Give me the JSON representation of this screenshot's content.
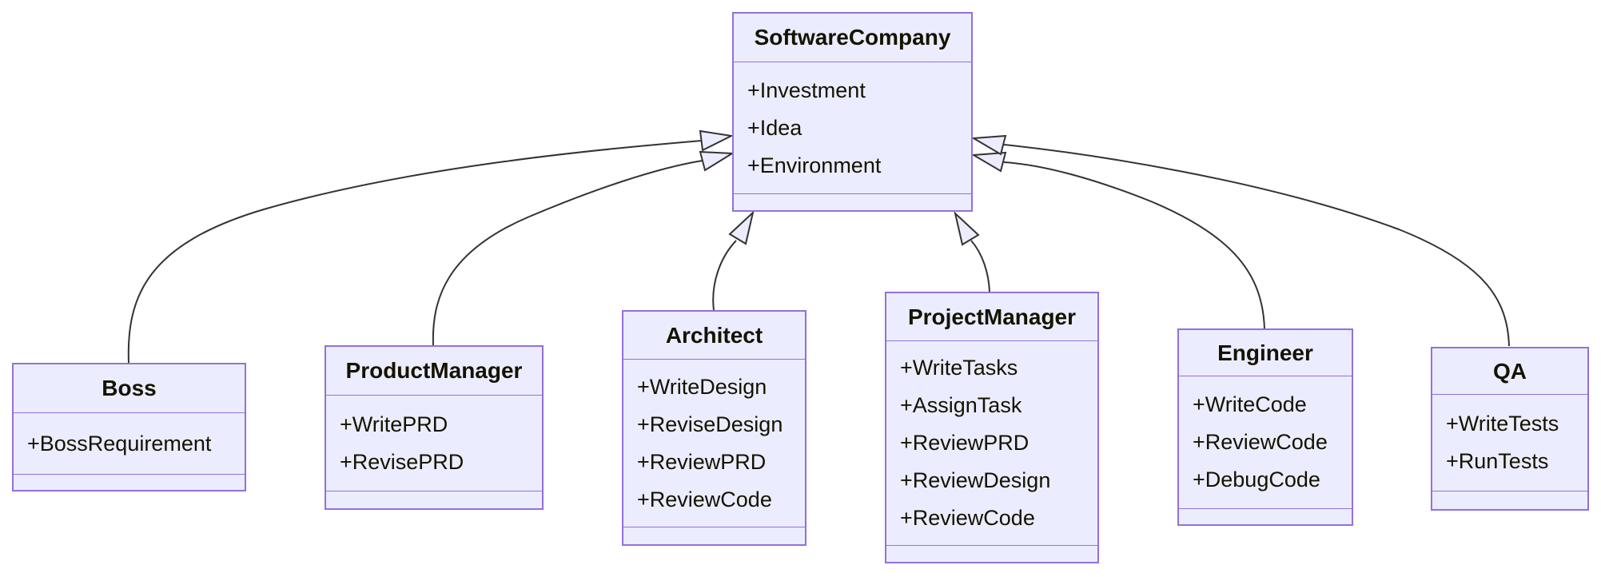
{
  "diagram": {
    "type": "uml-class-diagram",
    "colors": {
      "node_fill": "#ECECFF",
      "node_border": "#9370DB",
      "edge_line": "#333333",
      "text": "#131300",
      "background": "#FFFFFF"
    },
    "classes": [
      {
        "name": "SoftwareCompany",
        "attributes": [
          "+Investment",
          "+Idea",
          "+Environment"
        ],
        "methods": []
      },
      {
        "name": "Boss",
        "attributes": [
          "+BossRequirement"
        ],
        "methods": []
      },
      {
        "name": "ProductManager",
        "attributes": [
          "+WritePRD",
          "+RevisePRD"
        ],
        "methods": []
      },
      {
        "name": "Architect",
        "attributes": [
          "+WriteDesign",
          "+ReviseDesign",
          "+ReviewPRD",
          "+ReviewCode"
        ],
        "methods": []
      },
      {
        "name": "ProjectManager",
        "attributes": [
          "+WriteTasks",
          "+AssignTask",
          "+ReviewPRD",
          "+ReviewDesign",
          "+ReviewCode"
        ],
        "methods": []
      },
      {
        "name": "Engineer",
        "attributes": [
          "+WriteCode",
          "+ReviewCode",
          "+DebugCode"
        ],
        "methods": []
      },
      {
        "name": "QA",
        "attributes": [
          "+WriteTests",
          "+RunTests"
        ],
        "methods": []
      }
    ],
    "relationships": [
      {
        "from": "Boss",
        "to": "SoftwareCompany",
        "type": "inheritance"
      },
      {
        "from": "ProductManager",
        "to": "SoftwareCompany",
        "type": "inheritance"
      },
      {
        "from": "Architect",
        "to": "SoftwareCompany",
        "type": "inheritance"
      },
      {
        "from": "ProjectManager",
        "to": "SoftwareCompany",
        "type": "inheritance"
      },
      {
        "from": "Engineer",
        "to": "SoftwareCompany",
        "type": "inheritance"
      },
      {
        "from": "QA",
        "to": "SoftwareCompany",
        "type": "inheritance"
      }
    ]
  }
}
